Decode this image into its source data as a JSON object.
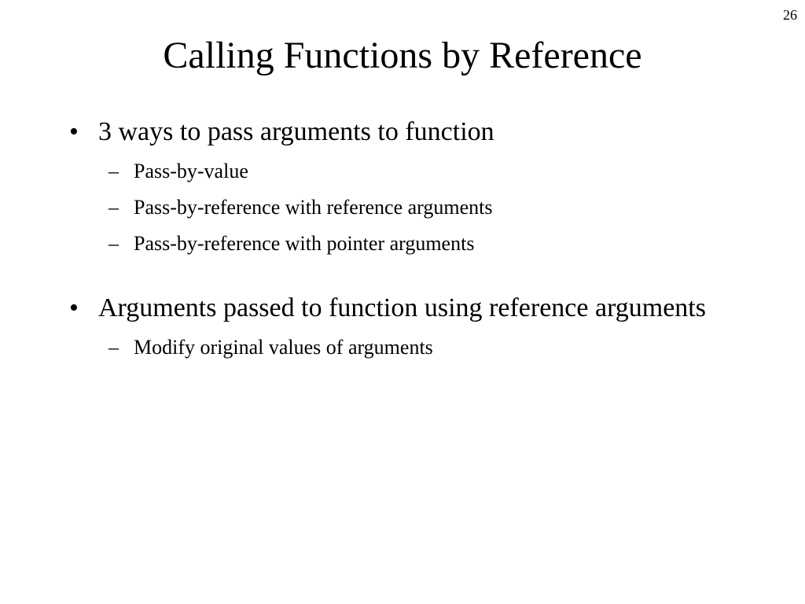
{
  "slide": {
    "page_number": "26",
    "title": "Calling Functions by Reference",
    "bullets": [
      {
        "marker": "•",
        "text": "3 ways to pass arguments to function",
        "sub_marker": "–",
        "sub_items": [
          "Pass-by-value",
          "Pass-by-reference with reference arguments",
          "Pass-by-reference with pointer arguments"
        ]
      },
      {
        "marker": "•",
        "text": "Arguments passed to function using reference arguments",
        "sub_marker": "–",
        "sub_items": [
          "Modify original values of arguments"
        ]
      }
    ]
  }
}
